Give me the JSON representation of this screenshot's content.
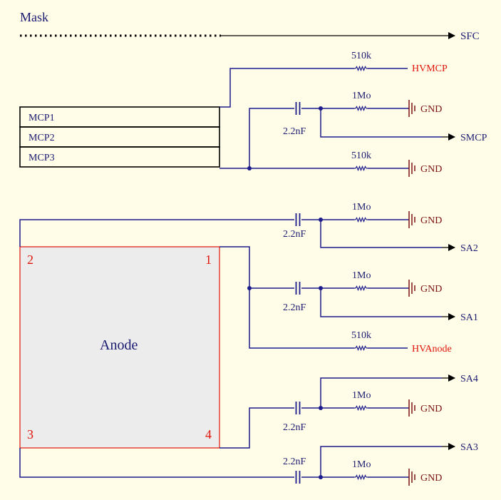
{
  "labels": {
    "mask": "Mask",
    "sfc": "SFC",
    "hvmcp": "HVMCP",
    "smcp": "SMCP",
    "hvanode": "HVAnode",
    "sa1": "SA1",
    "sa2": "SA2",
    "sa3": "SA3",
    "sa4": "SA4",
    "gnd": "GND",
    "r510k": "510k",
    "r1mo": "1Mo",
    "cap": "2.2nF",
    "mcp1": "MCP1",
    "mcp2": "MCP2",
    "mcp3": "MCP3",
    "anode": "Anode",
    "pin1": "1",
    "pin2": "2",
    "pin3": "3",
    "pin4": "4"
  },
  "colors": {
    "background": "#fffde8",
    "wire": "#1c1c8c",
    "net_label": "#e0140a",
    "ground": "#7a1010",
    "anode_fill": "#ececec",
    "anode_border": "#e0140a"
  }
}
